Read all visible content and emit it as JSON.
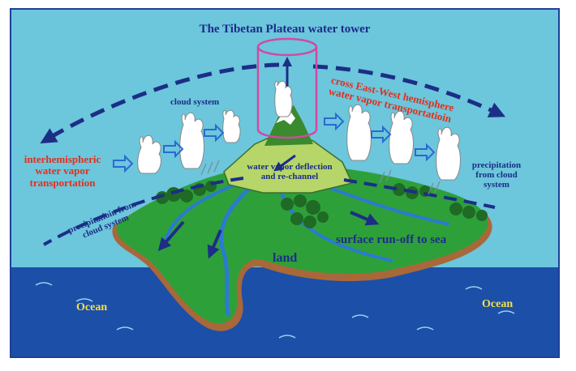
{
  "title": "The Tibetan Plateau water tower",
  "labels": {
    "cloud_system": "cloud system",
    "cross_line1": "cross East-West hemisphere",
    "cross_line2": "water vapor transportatioin",
    "inter_line1": "interhemispheric",
    "inter_line2": "water vapor",
    "inter_line3": "transportation",
    "deflect_line1": "water vapor deflection",
    "deflect_line2": "and re-channel",
    "precip_right_line1": "precipitation",
    "precip_right_line2": "from cloud",
    "precip_right_line3": "system",
    "precip_left_line1": "precipitatioin from",
    "precip_left_line2": "cloud system",
    "runoff": "surface run-off to sea",
    "land": "land",
    "ocean_left": "Ocean",
    "ocean_right": "Ocean"
  },
  "colors": {
    "sky": "#6cc6dc",
    "ocean": "#1c4fa8",
    "land": "#2ea03a",
    "plateau": "#b6d66a",
    "shore": "#a8683a",
    "arrow_navy": "#1c2e86",
    "cylinder": "#d04aa0",
    "label_red": "#e0301e",
    "label_yellow": "#f2e04a"
  }
}
